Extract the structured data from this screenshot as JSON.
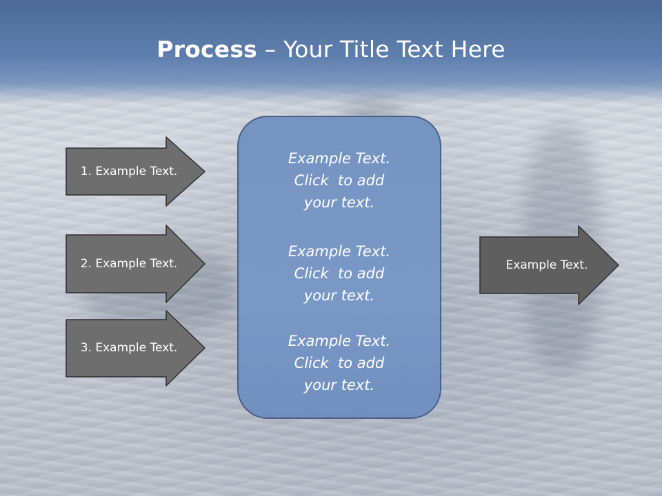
{
  "slide": {
    "title_bold": "Process",
    "title_rest": " – Your Title Text Here",
    "left_arrows": [
      {
        "label": "1. Example Text."
      },
      {
        "label": "2. Example Text."
      },
      {
        "label": "3. Example Text."
      }
    ],
    "center_box": {
      "blocks": [
        {
          "lines": [
            "Example Text.",
            "Click  to add",
            "your text."
          ]
        },
        {
          "lines": [
            "Example Text.",
            "Click  to add",
            "your text."
          ]
        },
        {
          "lines": [
            "Example Text.",
            "Click  to add",
            "your text."
          ]
        }
      ]
    },
    "right_arrow": {
      "label": "Example Text."
    }
  },
  "colors": {
    "header": "#5e7fae",
    "arrow_fill": "#6e6e6e",
    "arrow_stroke": "#2f2f2f",
    "center_fill": "#7a98c6",
    "center_stroke": "#4a5f86",
    "text": "#ffffff"
  }
}
